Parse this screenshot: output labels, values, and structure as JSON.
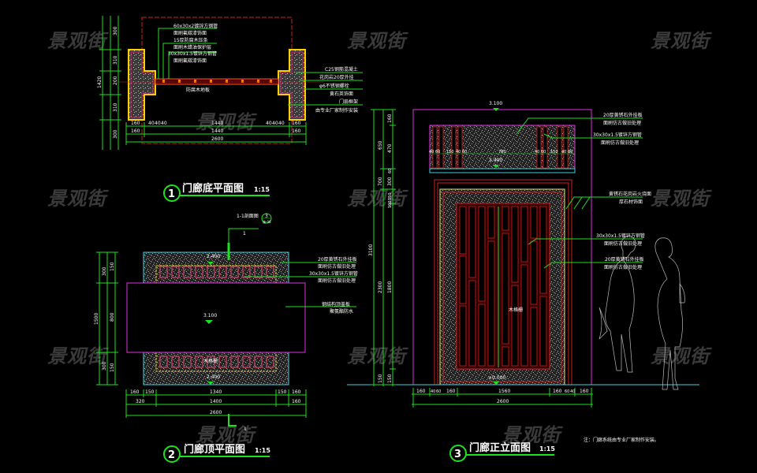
{
  "watermark": "景观街",
  "drawings": [
    {
      "number": "1",
      "title": "门廊底平面图",
      "scale": "1:15",
      "annotations_left": [
        "60x30x2镀锌方钢管",
        "面刷氟碳漆饰面",
        "15厚防腐木压条",
        "面刷木蜡油保护层",
        "30x30x1.5镀锌方钢管",
        "面刷氟碳漆饰面"
      ],
      "annotations_right": [
        "C25钢筋混凝土",
        "花岗岩20厚外挂",
        "φ6不锈钢螺栓",
        "黄石英饰面",
        "门扇框架",
        "由专业厂家制作安装"
      ],
      "center_label": "防腐木地板",
      "dims_bottom_1": [
        "160",
        "40",
        "40",
        "40",
        "1440",
        "40",
        "40",
        "40",
        "160"
      ],
      "dims_bottom_2": [
        "160",
        "1440",
        "160"
      ],
      "dims_total": "2600",
      "dims_left": [
        "300",
        "310",
        "200",
        "310",
        "300"
      ],
      "dims_left_total": "1420"
    },
    {
      "number": "2",
      "title": "门廊顶平面图",
      "scale": "1:15",
      "section_mark": "1-1剖面图",
      "section_num": "3",
      "section_sheet": "施-06",
      "cut_label": "1",
      "elev_top": "2.400",
      "elev_mid": "3.100",
      "elev_bottom": "2.400",
      "center_label": "木格栅",
      "annotations": [
        "20厚黄锈石外挂板",
        "面刷仿古做旧处理",
        "30x30x1.5镀锌方钢管",
        "面刷仿古做旧处理",
        "钢结构顶盖板",
        "聚氨酯防水"
      ],
      "dims_bottom_1": [
        "160",
        "150",
        "1340",
        "150",
        "160"
      ],
      "dims_bottom_2": [
        "320",
        "1400",
        "160"
      ],
      "dims_total": "2600",
      "dims_left": [
        "150",
        "300",
        "800",
        "300",
        "150"
      ],
      "dims_left_total": "1500"
    },
    {
      "number": "3",
      "title": "门廊正立面图",
      "scale": "1:15",
      "elev_top": "3.100",
      "elev_mid": "2.400",
      "elev_ground": "±0.000",
      "center_label": "木格栅",
      "top_row_dims": [
        "40",
        "60",
        "150",
        "40",
        "60",
        "780",
        "40",
        "60",
        "150",
        "40",
        "60"
      ],
      "annotations": [
        "20厚黄锈石外挂板",
        "面刷仿古做旧处理",
        "30x30x1.5镀锌方钢管",
        "面刷仿古做旧处理",
        "黄锈石花岗岩火烧面",
        "厚石材饰面",
        "30x30x1.5镀锌方钢管",
        "面刷仿古做旧处理",
        "20厚黄锈石外挂板",
        "面刷仿古做旧处理"
      ],
      "dims_bottom_1": [
        "160",
        "40",
        "60",
        "160",
        "1560",
        "160",
        "60",
        "40",
        "160"
      ],
      "dims_total": "2600",
      "dims_left_outer": [
        "3100"
      ],
      "dims_left_mid": [
        "650",
        "700",
        "2300",
        "150"
      ],
      "dims_left_inner": [
        "160",
        "470",
        "60",
        "300",
        "150",
        "100",
        "1800",
        "150"
      ]
    }
  ],
  "note": "注：门廊系统由专业厂家制作安装。"
}
